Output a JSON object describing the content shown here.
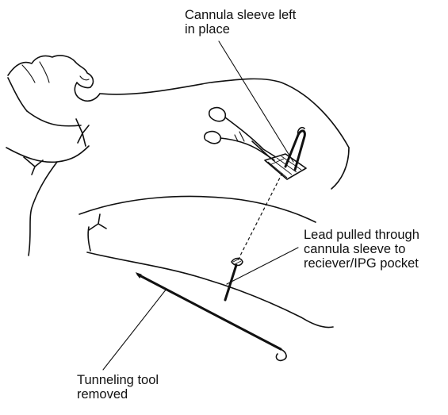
{
  "labels": {
    "cannula_sleeve": [
      "Cannula sleeve left",
      "in place"
    ],
    "lead_pulled": [
      "Lead pulled through",
      "cannula sleeve to",
      "reciever/IPG pocket"
    ],
    "tunneling_tool": [
      "Tunneling tool",
      "removed"
    ]
  }
}
